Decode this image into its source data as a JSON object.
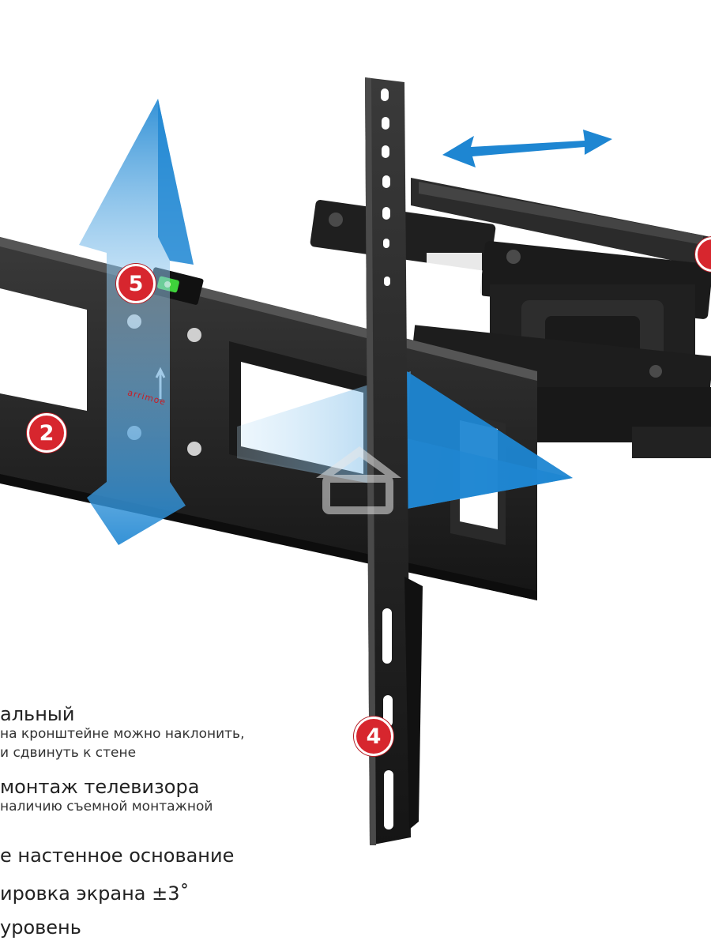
{
  "badges": {
    "b2": "2",
    "b4": "4",
    "b5": "5"
  },
  "brand_text": "arrimoe",
  "features": {
    "f1_title": "альный",
    "f1_sub1": "на кронштейне можно наклонить,",
    "f1_sub2": "и сдвинуть к стене",
    "f2_title": "монтаж телевизора",
    "f2_sub1": "наличию съемной монтажной",
    "f3_title": "е настенное основание",
    "f4_title": "ировка экрана ±3˚",
    "f5_title": "уровень"
  },
  "colors": {
    "badge": "#d7262e",
    "arrow": "#1e86d2",
    "metal": "#1c1c1c"
  },
  "icons": {
    "watermark": "house-icon"
  }
}
